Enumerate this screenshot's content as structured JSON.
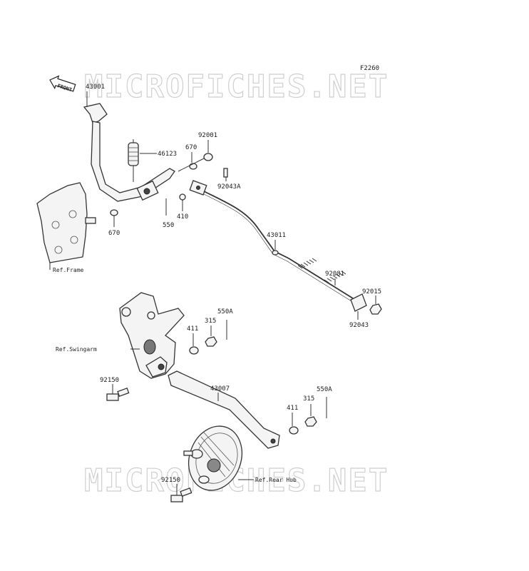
{
  "diagram": {
    "figure_code": "F2260",
    "front_label": "FRONT",
    "watermark": "MICROFICHES.NET",
    "part_numbers": {
      "p43001": "43001",
      "p46123": "46123",
      "p670_a": "670",
      "p92001": "92001",
      "p92043A": "92043A",
      "p410": "410",
      "p550": "550",
      "p670_b": "670",
      "p43011": "43011",
      "p92081": "92081",
      "p92015": "92015",
      "p92043": "92043",
      "p550A_a": "550A",
      "p315_a": "315",
      "p411_a": "411",
      "p92150_a": "92150",
      "p43007": "43007",
      "p550A_b": "550A",
      "p315_b": "315",
      "p411_b": "411",
      "p92150_b": "92150"
    },
    "references": {
      "frame": "Ref.Frame",
      "swingarm": "Ref.Swingarm",
      "rear_hub": "Ref.Rear Hub"
    }
  }
}
